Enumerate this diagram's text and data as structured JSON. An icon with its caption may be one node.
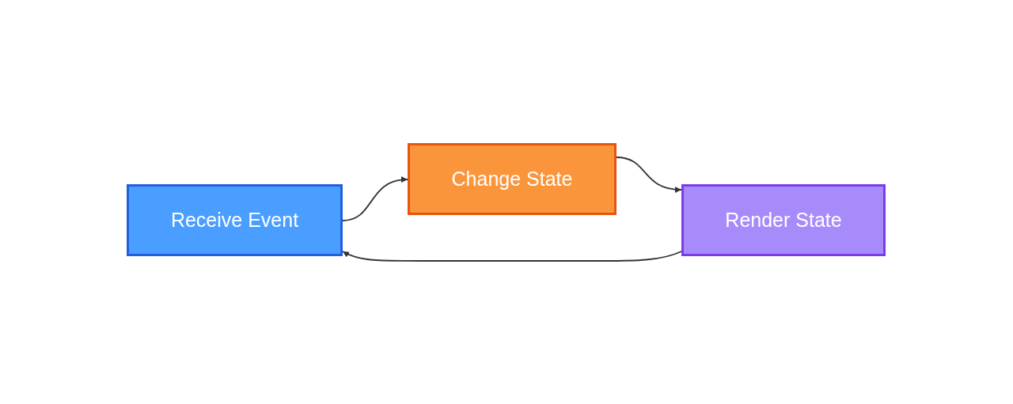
{
  "diagram": {
    "nodes": [
      {
        "text": [
          "Receive Event"
        ]
      },
      {
        "text": [
          "Change State"
        ]
      },
      {
        "text": [
          "Render State"
        ]
      }
    ],
    "edges": [
      {
        "from": 0,
        "to": 1,
        "arrow": "to"
      },
      {
        "from": 1,
        "to": 2,
        "arrow": "to"
      },
      {
        "from": 2,
        "to": 0,
        "arrow": "to"
      }
    ]
  }
}
